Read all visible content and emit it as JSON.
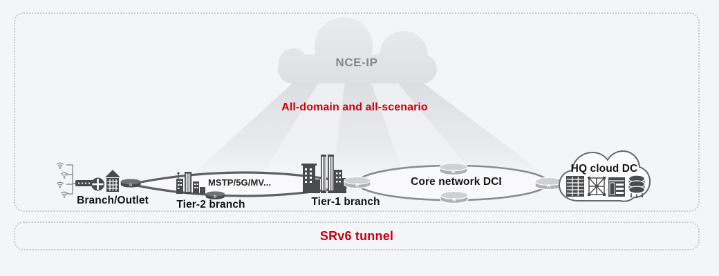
{
  "colors": {
    "background": "#f4f5f7",
    "boundary_border": "#c7c8ca",
    "accent_red": "#c7000b",
    "icon_dark": "#4a4b4d",
    "router_gray": "#aeb0b3",
    "ring_dark": "#5f6062",
    "ring_light": "#8a8c8e",
    "controller_cloud_fill": "#e4e5e8",
    "controller_text": "#84868a",
    "label_dark": "#141414"
  },
  "controller_cloud": {
    "label": "NCE-IP"
  },
  "caption": {
    "text": "All-domain and all-scenario"
  },
  "nodes": {
    "branch": {
      "label": "Branch/Outlet"
    },
    "tier2_branch": {
      "label": "Tier-2 branch"
    },
    "access_link": {
      "label": "MSTP/5G/MV..."
    },
    "tier1_branch": {
      "label": "Tier-1 branch"
    },
    "core_network": {
      "label": "Core network DCI"
    },
    "hq_dc": {
      "label": "HQ cloud DC"
    }
  },
  "tunnel": {
    "label": "SRv6 tunnel"
  },
  "icons": {
    "router_mark": "R"
  }
}
